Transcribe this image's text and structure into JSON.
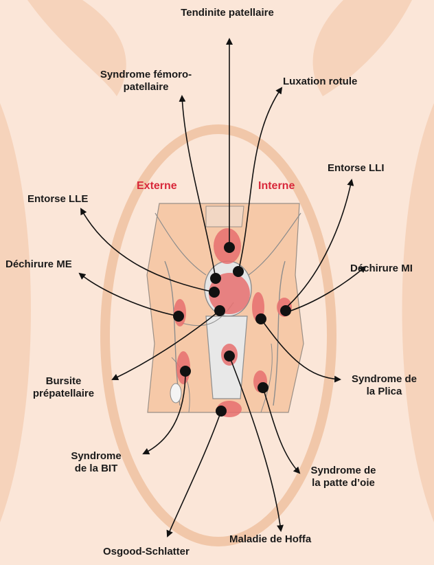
{
  "colors": {
    "background": "#fbe6d8",
    "band": "#f6d3bb",
    "ring": "#f1c7a9",
    "spot": "#e66e6e",
    "dot": "#111111",
    "side_label": "#d8283a"
  },
  "sides": {
    "external": "Externe",
    "internal": "Interne"
  },
  "labels": {
    "tendinite_patellaire": "Tendinite patellaire",
    "syndrome_femoro_patellaire": "Syndrome fémoro-\npatellaire",
    "luxation_rotule": "Luxation rotule",
    "entorse_lli": "Entorse LLI",
    "entorse_lle": "Entorse LLE",
    "dechirure_me": "Déchirure ME",
    "dechirure_mi": "Déchirure MI",
    "bursite_prepatellaire": "Bursite\nprépatellaire",
    "syndrome_plica": "Syndrome de\nla Plica",
    "syndrome_bit": "Syndrome\nde la BIT",
    "syndrome_patte_oie": "Syndrome de\nla patte d’oie",
    "osgood_schlatter": "Osgood-Schlatter",
    "maladie_hoffa": "Maladie de Hoffa"
  }
}
